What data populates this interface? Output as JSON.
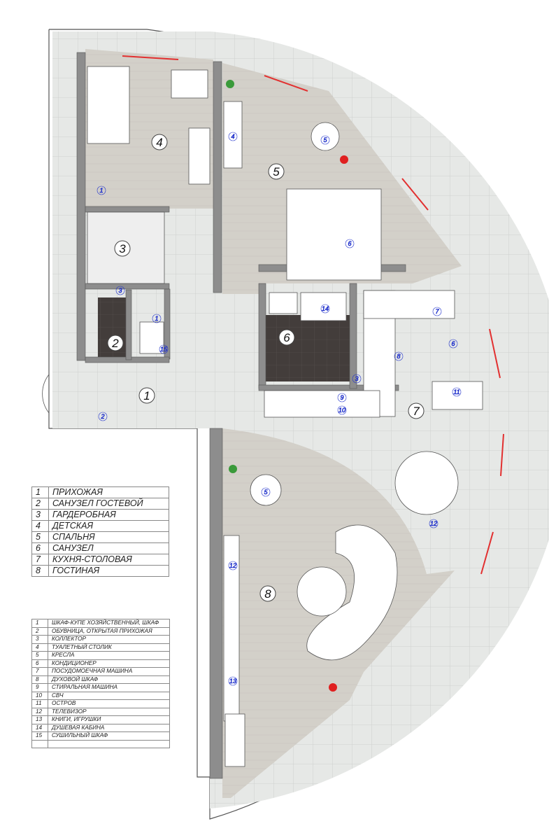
{
  "rooms_legend": [
    {
      "num": "1",
      "name": "ПРИХОЖАЯ"
    },
    {
      "num": "2",
      "name": "САНУЗЕЛ ГОСТЕВОЙ"
    },
    {
      "num": "3",
      "name": "ГАРДЕРОБНАЯ"
    },
    {
      "num": "4",
      "name": "ДЕТСКАЯ"
    },
    {
      "num": "5",
      "name": "СПАЛЬНЯ"
    },
    {
      "num": "6",
      "name": "САНУЗЕЛ"
    },
    {
      "num": "7",
      "name": "КУХНЯ-СТОЛОВАЯ"
    },
    {
      "num": "8",
      "name": "ГОСТИНАЯ"
    }
  ],
  "items_legend": [
    {
      "num": "1",
      "name": "ШКАФ-КУПЕ ХОЗЯЙСТВЕННЫЙ, ШКАФ"
    },
    {
      "num": "2",
      "name": "ОБУВНИЦА, ОТКРЫТАЯ ПРИХОЖАЯ"
    },
    {
      "num": "3",
      "name": "КОЛЛЕКТОР"
    },
    {
      "num": "4",
      "name": "ТУАЛЕТНЫЙ СТОЛИК"
    },
    {
      "num": "5",
      "name": "КРЕСЛА"
    },
    {
      "num": "6",
      "name": "КОНДИЦИОНЕР"
    },
    {
      "num": "7",
      "name": "ПОСУДОМОЕЧНАЯ МАШИНА"
    },
    {
      "num": "8",
      "name": "ДУХОВОЙ ШКАФ"
    },
    {
      "num": "9",
      "name": "СТИРАЛЬНАЯ МАШИНА"
    },
    {
      "num": "10",
      "name": "СВЧ"
    },
    {
      "num": "11",
      "name": "ОСТРОВ"
    },
    {
      "num": "12",
      "name": "ТЕЛЕВИЗОР"
    },
    {
      "num": "13",
      "name": "КНИГИ, ИГРУШКИ"
    },
    {
      "num": "14",
      "name": "ДУШЕВАЯ КАБИНА"
    },
    {
      "num": "15",
      "name": "СУШИЛЬНЫЙ ШКАФ"
    },
    {
      "num": "",
      "name": ""
    }
  ],
  "plan_room_numbers": [
    "1",
    "2",
    "3",
    "4",
    "5",
    "6",
    "7",
    "8"
  ],
  "plan_markers": [
    "1",
    "1",
    "2",
    "3",
    "3",
    "4",
    "5",
    "5",
    "6",
    "6",
    "7",
    "8",
    "9",
    "10",
    "11",
    "12",
    "12",
    "13",
    "14",
    "15"
  ],
  "colors": {
    "tile": "#e4e6e4",
    "wood": "#d2cfc8",
    "dark_tile": "#3f3a38",
    "wall": "#8a8a8a",
    "marker": "#2233cc",
    "window_red": "#e23030"
  }
}
